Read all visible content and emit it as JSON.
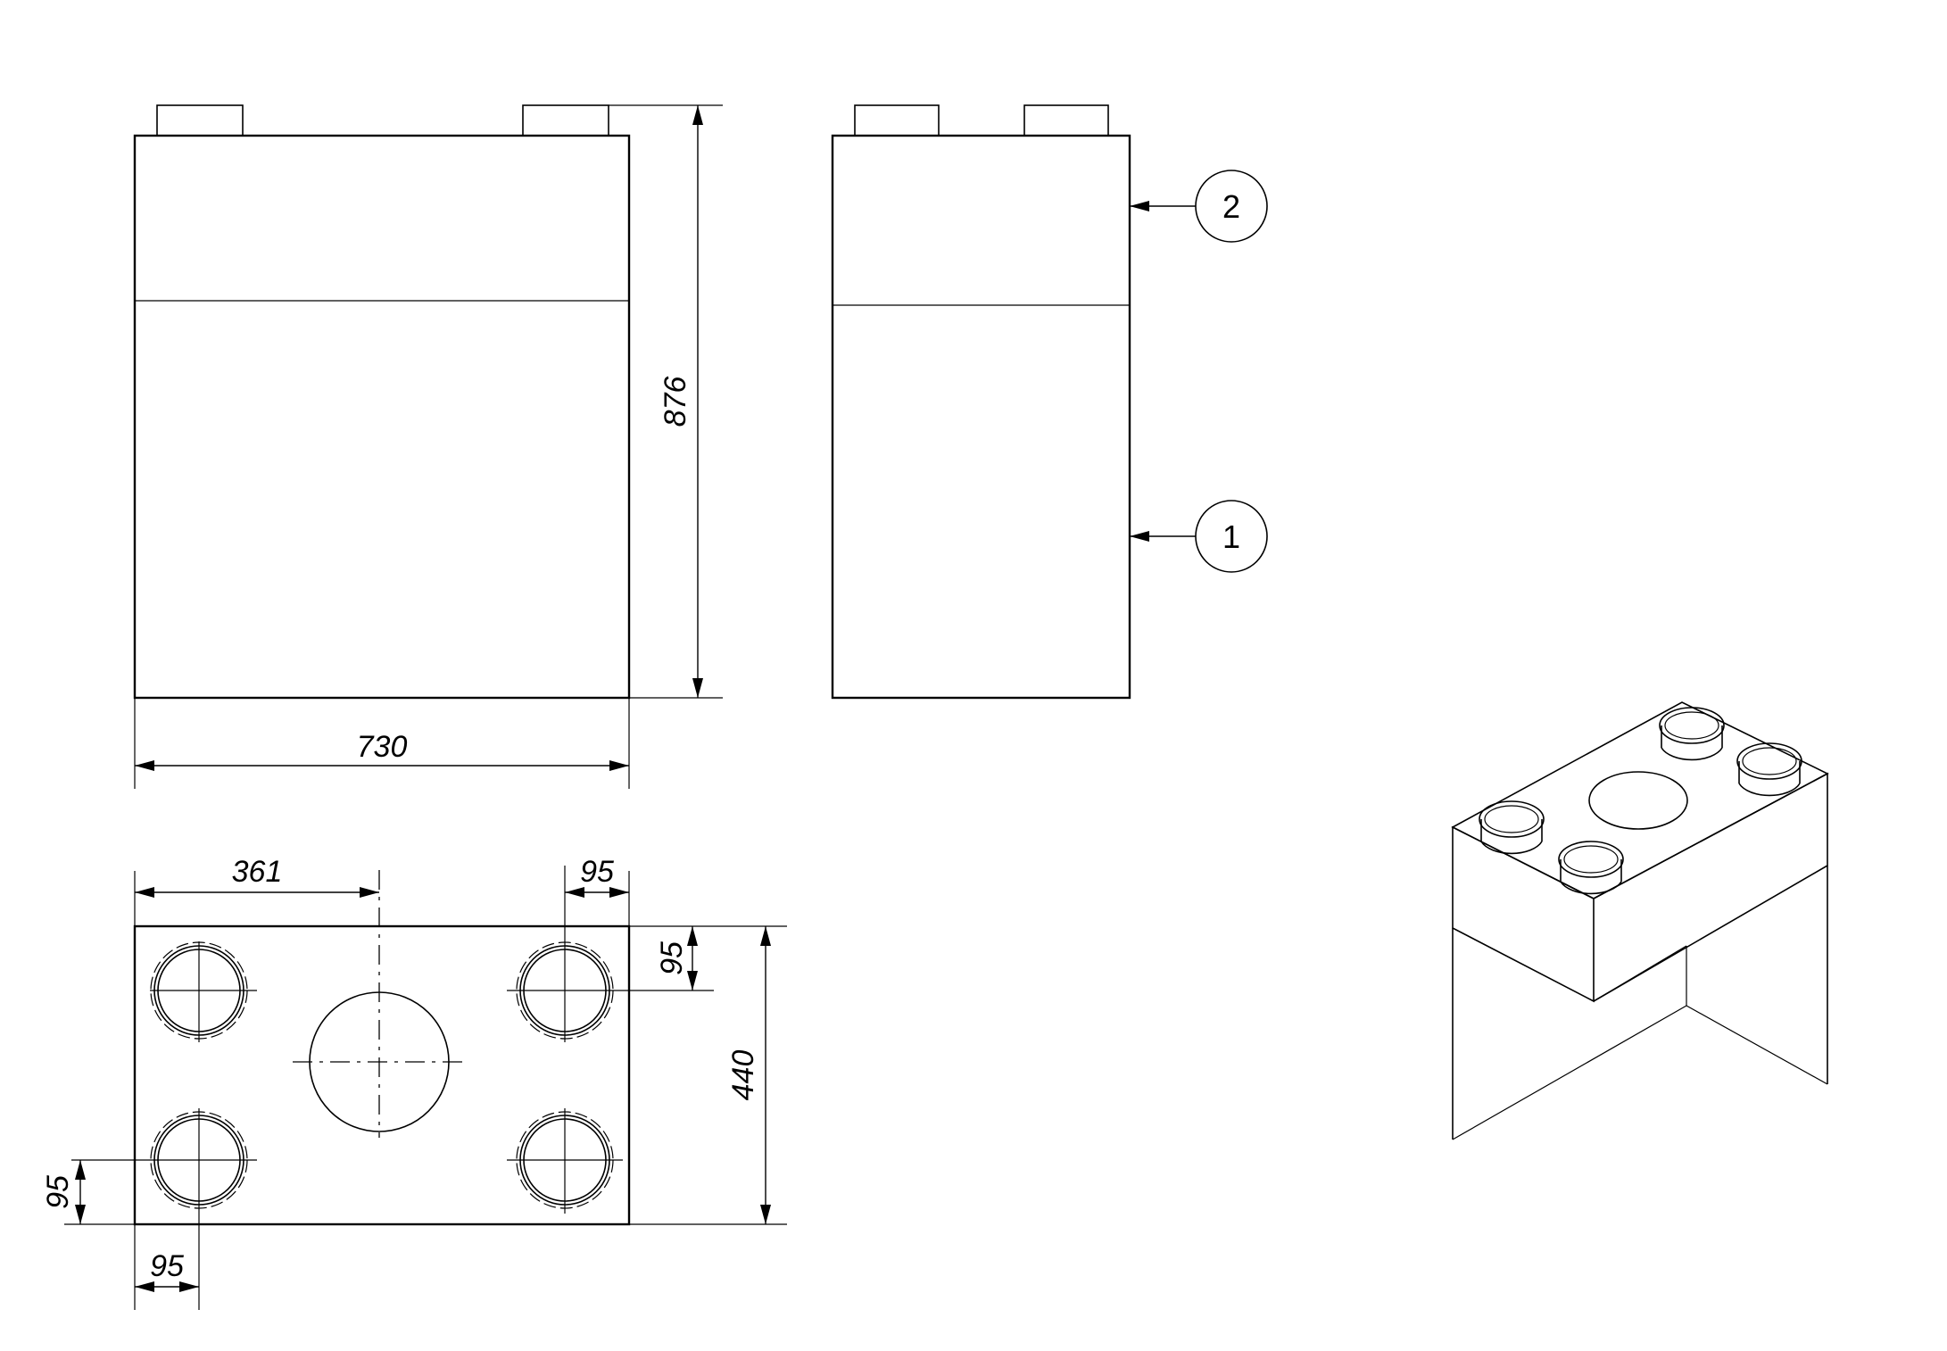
{
  "drawing": {
    "dimensions": {
      "front_width": "730",
      "front_height": "876",
      "top_offset_center": "361",
      "top_offset_right": "95",
      "top_offset_right_vertical": "95",
      "top_depth": "440",
      "top_offset_left_vertical": "95",
      "top_offset_bottom": "95"
    },
    "callouts": {
      "upper_part": "2",
      "lower_part": "1"
    }
  }
}
